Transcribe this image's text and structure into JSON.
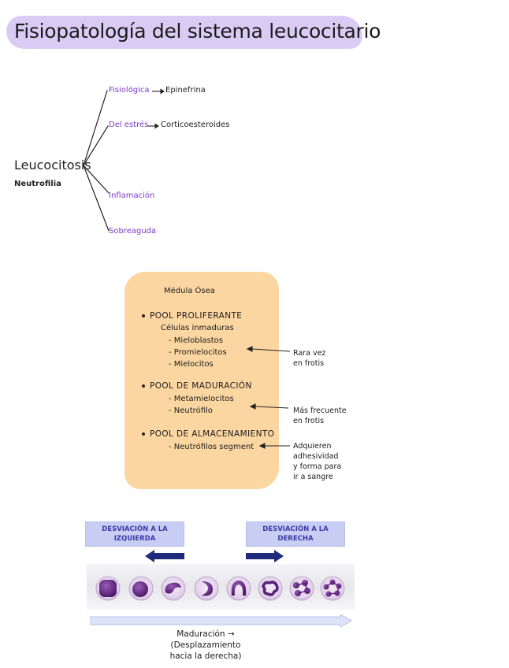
{
  "title": "Fisiopatología del sistema leucocitario",
  "leucocitosis": {
    "root": "Leucocitosis",
    "root_sub": "Neutrofilia",
    "branches": [
      {
        "label": "Fisiológica",
        "arrow": "→",
        "result": "Epinefrina"
      },
      {
        "label": "Del estrés",
        "arrow": "→",
        "result": "Corticoesteroides"
      },
      {
        "label": "Inflamación",
        "arrow": "",
        "result": ""
      },
      {
        "label": "Sobreaguda",
        "arrow": "",
        "result": ""
      }
    ]
  },
  "medula": {
    "heading": "Médula Ósea",
    "pool_proliferante": {
      "title": "POOL PROLIFERANTE",
      "subtitle": "Células inmaduras",
      "items": [
        "- Mieloblastos",
        "- Promielocitos",
        "- Mielocitos"
      ],
      "note_line1": "Rara vez",
      "note_line2": "en frotis"
    },
    "pool_maduracion": {
      "title": "POOL DE MADURACIÓN",
      "items": [
        "- Metamielocitos",
        "- Neutrófilo"
      ],
      "note_line1": "Más frecuente",
      "note_line2": "en frotis"
    },
    "pool_almacenamiento": {
      "title": "POOL DE ALMACENAMIENTO",
      "items": [
        "- Neutrófilos segment"
      ],
      "note_line1": "Adquieren",
      "note_line2": "adhesividad",
      "note_line3": "y forma para",
      "note_line4": "ir a sangre"
    }
  },
  "desviacion": {
    "left_line1": "DESVIACIÓN A LA",
    "left_line2": "IZQUIERDA",
    "right_line1": "DESVIACIÓN A LA",
    "right_line2": "DERECHA"
  },
  "maduracion": {
    "line1": "Maduración →",
    "line2": "(Desplazamiento",
    "line3": "hacia la derecha)"
  },
  "colors": {
    "title_highlight": "#d9ccf4",
    "purple_text": "#7a3cc8",
    "marrow_box": "#fbd6a1",
    "deviation_box": "#c8cdf4",
    "deviation_arrow": "#1f2a7a",
    "cell_purple": "#6b2a8c"
  }
}
